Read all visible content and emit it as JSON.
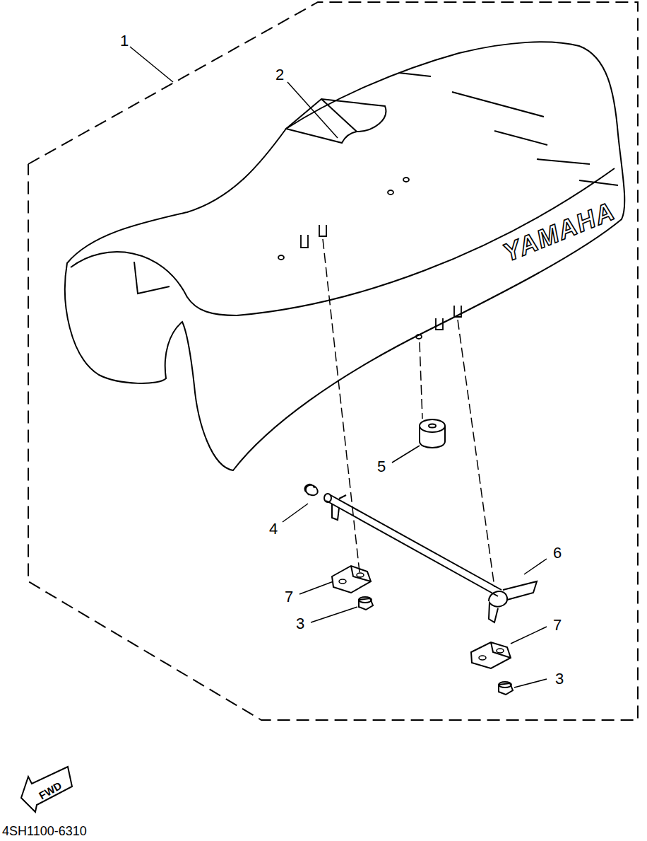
{
  "diagram": {
    "labels": [
      "1",
      "2",
      "YAMAHA",
      "4",
      "5",
      "6",
      "7",
      "3",
      "7",
      "3",
      "FWD",
      "4SH1100-6310"
    ]
  }
}
